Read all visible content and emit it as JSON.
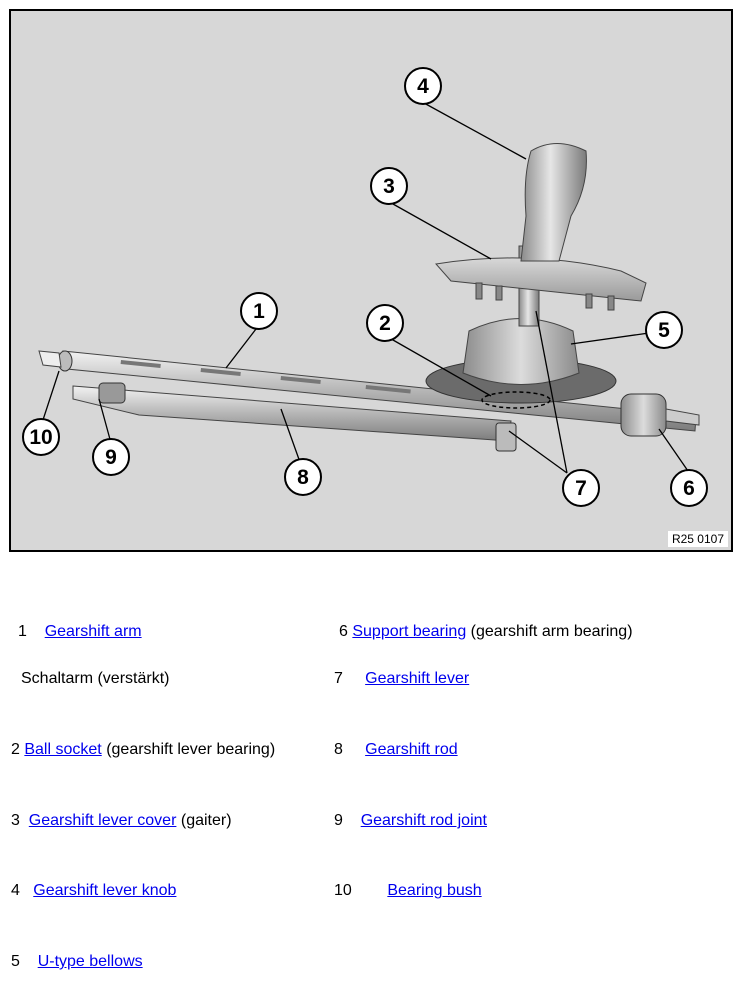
{
  "figure": {
    "id": "R25 0107",
    "callouts": [
      "1",
      "2",
      "3",
      "4",
      "5",
      "6",
      "7",
      "8",
      "9",
      "10"
    ]
  },
  "legend": [
    {
      "num": "1",
      "link": "Gearshift arm",
      "note": ""
    },
    {
      "num": "",
      "link": "",
      "note": "Schaltarm (verstärkt)"
    },
    {
      "num": "2",
      "link": "Ball socket",
      "note": "(gearshift lever bearing)"
    },
    {
      "num": "3",
      "link": "Gearshift lever cover",
      "note": "(gaiter)"
    },
    {
      "num": "4",
      "link": "Gearshift lever knob",
      "note": ""
    },
    {
      "num": "5",
      "link": "U-type bellows",
      "note": ""
    },
    {
      "num": "6",
      "link": "Support bearing",
      "note": "(gearshift arm bearing)"
    },
    {
      "num": "7",
      "link": "Gearshift lever",
      "note": ""
    },
    {
      "num": "8",
      "link": "Gearshift rod",
      "note": ""
    },
    {
      "num": "9",
      "link": "Gearshift rod joint",
      "note": ""
    },
    {
      "num": "10",
      "link": "Bearing bush",
      "note": ""
    }
  ]
}
